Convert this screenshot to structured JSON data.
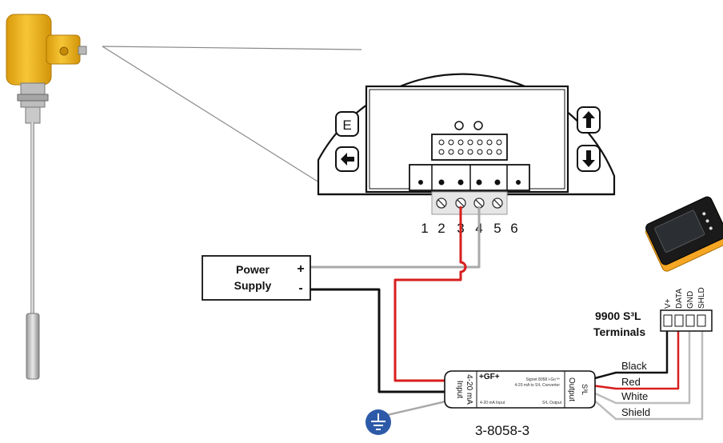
{
  "colors": {
    "wire_red": "#d81e1e",
    "wire_black": "#111111",
    "wire_gray": "#a9a9a9",
    "sensor_yellow": "#f2b417",
    "ground_blue": "#2d5aa8",
    "display_yellow": "#f5a623"
  },
  "display_panel": {
    "left_buttons": [
      "E",
      "←"
    ],
    "right_buttons": [
      "↑",
      "↓"
    ],
    "terminal_numbers": [
      "1",
      "2",
      "3",
      "4",
      "5",
      "6"
    ]
  },
  "power_supply": {
    "label_line1": "Power",
    "label_line2": "Supply",
    "plus": "+",
    "minus": "-"
  },
  "converter": {
    "brand": "+GF+",
    "title_line1": "Signet 8058 i-Go™",
    "title_line2": "4-20 mA to S³L Converter",
    "input_small": "4-20 mA Input",
    "output_small": "S³L Output",
    "input_label_line1": "Input",
    "input_label_line2": "4-20 mA",
    "output_label": "Output",
    "output_sub": "S³L",
    "part_number": "3-8058-3"
  },
  "terminals": {
    "title_line1": "9900 S³L",
    "title_line2": "Terminals",
    "pins": [
      "V+",
      "DATA",
      "GND",
      "SHLD"
    ]
  },
  "wire_labels": [
    "Black",
    "Red",
    "White",
    "Shield"
  ],
  "icons": [
    "ground-icon",
    "left-arrow-icon",
    "up-arrow-icon",
    "down-arrow-icon"
  ]
}
